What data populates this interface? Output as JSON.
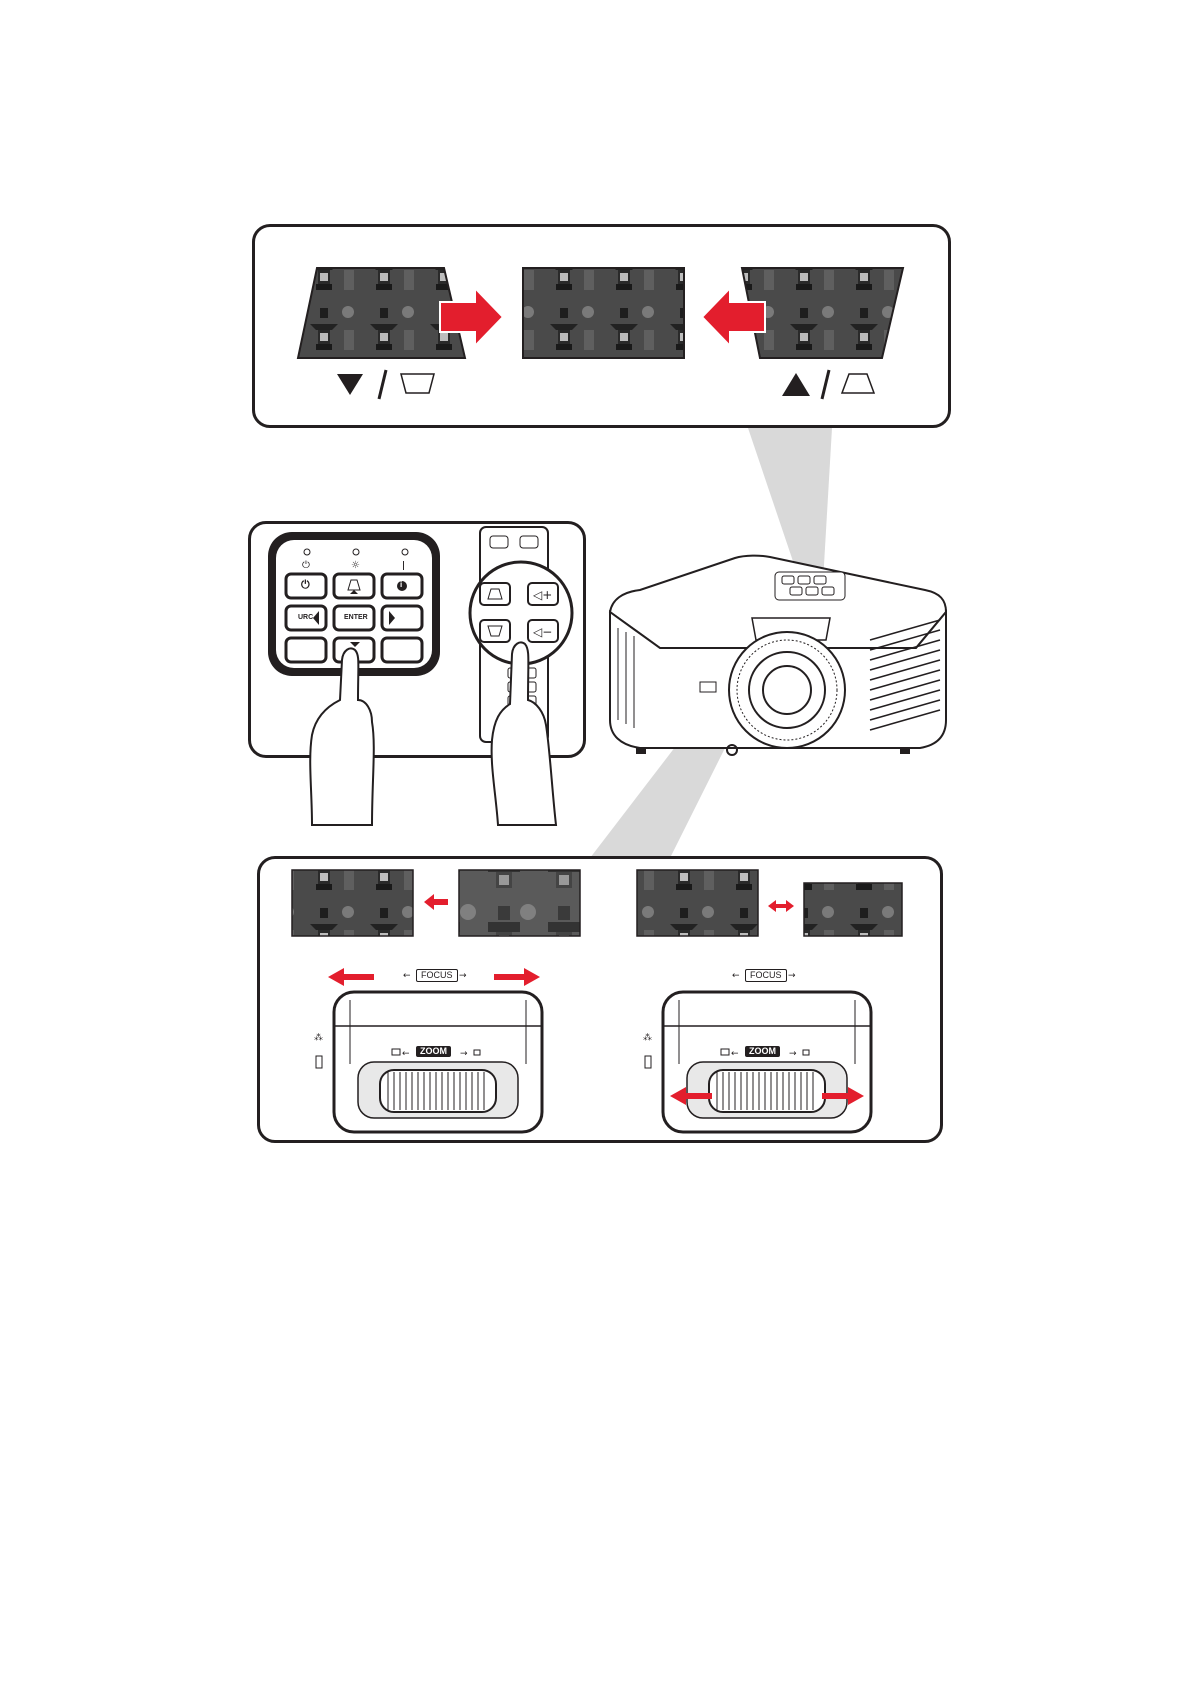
{
  "keystone_panel": {
    "left_symbols": {
      "arrow": "down-triangle",
      "shape": "inverted-trapezoid"
    },
    "right_symbols": {
      "arrow": "up-triangle",
      "shape": "upright-trapezoid"
    }
  },
  "control_panel": {
    "keys": {
      "power": "⏻",
      "info": "i",
      "urc": "URC",
      "enter": "ENTER"
    },
    "indicators": [
      "power-led",
      "lamp-led",
      "temp-led"
    ]
  },
  "lens_panel": {
    "focus_label": "FOCUS",
    "zoom_label": "ZOOM"
  },
  "colors": {
    "accent_red": "#e31e2d",
    "outline": "#231f20",
    "beam": "#d9d9d9"
  }
}
